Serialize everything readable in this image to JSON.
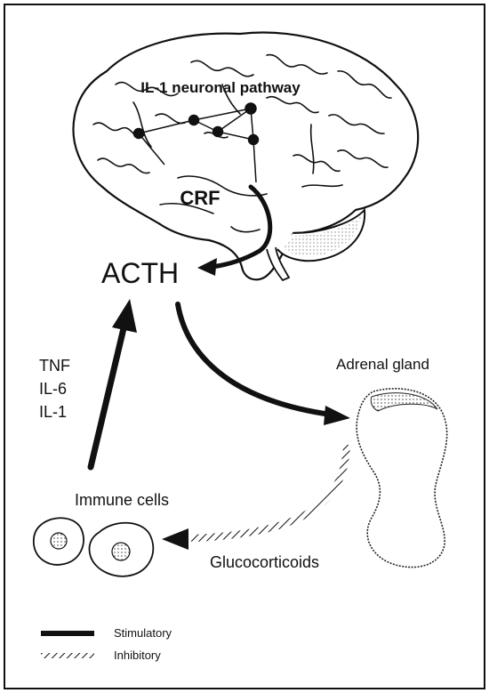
{
  "diagram": {
    "labels": {
      "pathway": "IL-1 neuronal pathway",
      "crf": "CRF",
      "acth": "ACTH",
      "adrenal": "Adrenal gland",
      "immune": "Immune cells",
      "cytokines": [
        "TNF",
        "IL-6",
        "IL-1"
      ],
      "glucocorticoids": "Glucocorticoids"
    },
    "legend": {
      "stimulatory": "Stimulatory",
      "inhibitory": "Inhibitory"
    },
    "icons": {
      "brain": "brain-icon",
      "adrenal": "adrenal-gland-icon",
      "cell": "immune-cell-icon"
    },
    "colors": {
      "ink": "#111111",
      "paper": "#ffffff"
    }
  }
}
